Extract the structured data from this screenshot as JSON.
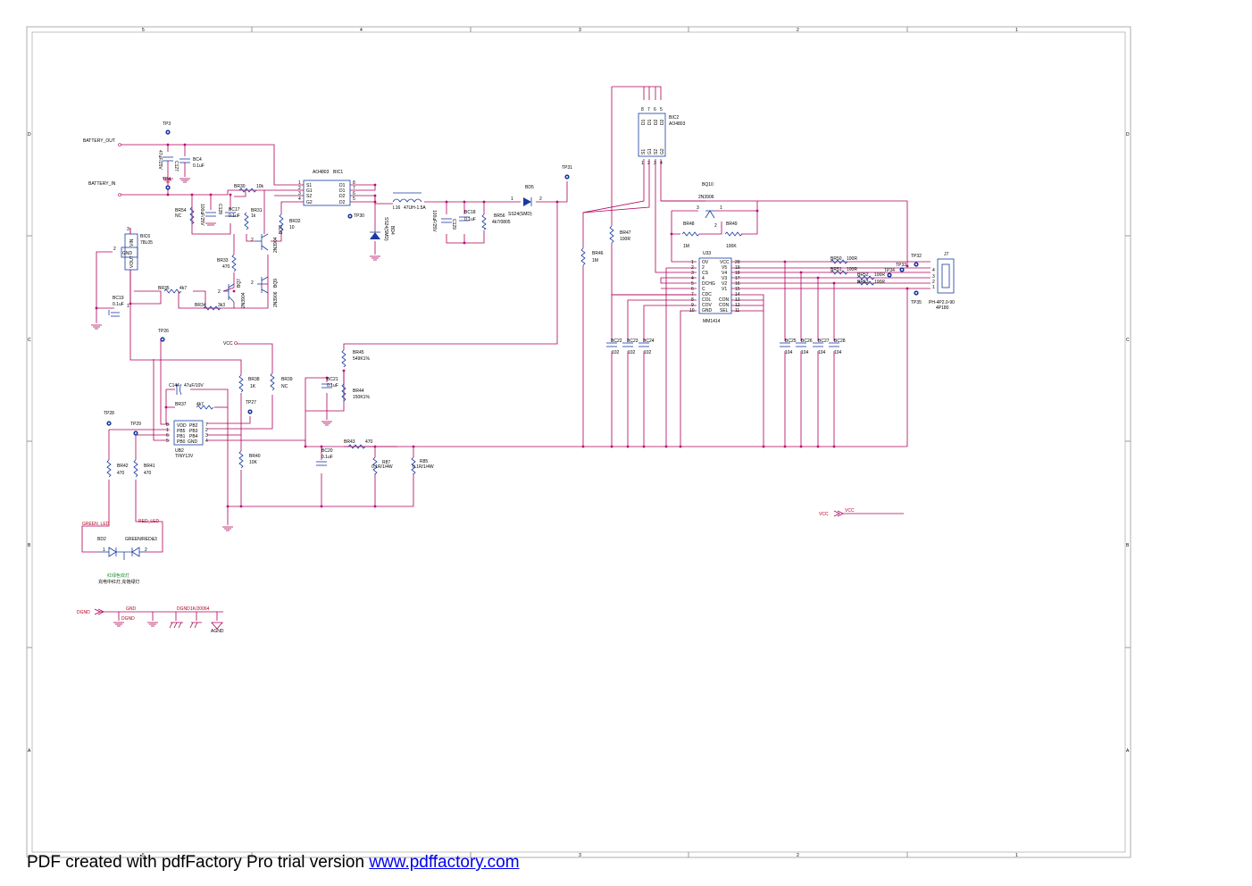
{
  "nets": {
    "battery_out": "BATTERY_OUT",
    "battery_in": "BATTERY_IN",
    "vcc": "VCC",
    "vcc_port": "VCC",
    "vcc_port_out": "VCC",
    "green_led": "GREEN_LED",
    "red_led": "RED_LED",
    "dgnd": "DGND",
    "gnd": "GND",
    "dgnd2": "DGND",
    "dgnd3": "DGND",
    "agnd": "AGND",
    "gnd_ref": "1K/20064"
  },
  "components": {
    "bic1": {
      "ref": "BIC1",
      "value": "AO4803",
      "pins_left": [
        "S1",
        "G1",
        "S2",
        "G2"
      ],
      "pins_right": [
        "D1",
        "D1",
        "D2",
        "D2"
      ]
    },
    "bic2": {
      "ref": "BIC2",
      "value": "AO4803",
      "pins": [
        "D1",
        "D1",
        "D2",
        "D2",
        "S1",
        "G1",
        "S2",
        "G2"
      ]
    },
    "bic6": {
      "ref": "BIC6",
      "value": "78L05",
      "pins": [
        "VIN",
        "GND",
        "VOUT"
      ]
    },
    "u33": {
      "ref": "U33",
      "value": "MM1414",
      "pins_left": [
        "OV",
        "2",
        "CS",
        "4",
        "DCHG",
        "C",
        "CDC",
        "COL",
        "COV",
        "GND"
      ],
      "pins_right": [
        "VCC",
        "V5",
        "V4",
        "V3",
        "V2",
        "V1",
        "CON",
        "CON",
        "SEL",
        "SEL"
      ]
    },
    "ub2": {
      "ref": "UB2",
      "value": "TINY13V",
      "pins_left": [
        "VDD",
        "PB5",
        "PB1",
        "PB0"
      ],
      "pins_right": [
        "PB2",
        "PB3",
        "PB4",
        "GND"
      ]
    },
    "j7": {
      "ref": "J7",
      "value": "PH-4P2.0-90",
      "value2": "4P180"
    },
    "bq10": {
      "ref": "BQ10",
      "value": "2N3906"
    },
    "bq8": {
      "ref": "BQ8",
      "value": "2N3904"
    },
    "bq9": {
      "ref": "BQ9",
      "value": "2N3906"
    },
    "bq7": {
      "ref": "BQ7",
      "value": "2N3904"
    },
    "bd5": {
      "ref": "BD5",
      "value": "SS24(SMD)"
    },
    "bd4": {
      "ref": "BD4",
      "value": "SS24(SMD)"
    },
    "bd2": {
      "ref": "BD2",
      "value": "GREEN/RED&3"
    },
    "l16": {
      "ref": "L16",
      "value": "47UH-1.5A"
    },
    "c144": {
      "ref": "C144",
      "value": "47uF/10V"
    },
    "bc4": {
      "ref": "BC4",
      "value": "0.1uF"
    },
    "bc17": {
      "ref": "BC17",
      "value": "0.1uF"
    },
    "bc18": {
      "ref": "BC18",
      "value": "0.1uF"
    },
    "bc19": {
      "ref": "BC19",
      "value": "0.1uF"
    },
    "bc20": {
      "ref": "BC20",
      "value": "0.1uF"
    },
    "bc21": {
      "ref": "BC21",
      "value": "0.1uF"
    },
    "c129": {
      "ref": "C129",
      "value": "100uF/25V"
    },
    "c128": {
      "ref": "C128",
      "value": "100uF/25V"
    },
    "c127": {
      "ref": "C127",
      "value": "47uF/25V"
    },
    "caps_102": [
      {
        "ref": "BC22",
        "value": "102"
      },
      {
        "ref": "BC23",
        "value": "102"
      },
      {
        "ref": "BC24",
        "value": "102"
      }
    ],
    "caps_104": [
      {
        "ref": "BC25",
        "value": "104"
      },
      {
        "ref": "BC26",
        "value": "104"
      },
      {
        "ref": "BC27",
        "value": "104"
      },
      {
        "ref": "BC28",
        "value": "104"
      }
    ]
  },
  "resistors": [
    {
      "ref": "BR30",
      "value": "10k"
    },
    {
      "ref": "BR54",
      "value": "NC"
    },
    {
      "ref": "BR31",
      "value": "1k"
    },
    {
      "ref": "BR32",
      "value": "10"
    },
    {
      "ref": "BR33",
      "value": "470"
    },
    {
      "ref": "BR35",
      "value": "4k7"
    },
    {
      "ref": "BR34",
      "value": "3k3"
    },
    {
      "ref": "BR56",
      "value": "4k7/0805"
    },
    {
      "ref": "BR47",
      "value": "100R"
    },
    {
      "ref": "BR46",
      "value": "1M"
    },
    {
      "ref": "BR48",
      "value": "1M"
    },
    {
      "ref": "BR49",
      "value": "100K"
    },
    {
      "ref": "BR50",
      "value": "100R"
    },
    {
      "ref": "BR51",
      "value": "100R"
    },
    {
      "ref": "BR52",
      "value": "100R"
    },
    {
      "ref": "BR53",
      "value": "100R"
    },
    {
      "ref": "BR45",
      "value": "549K1%"
    },
    {
      "ref": "BR44",
      "value": "150K1%"
    },
    {
      "ref": "BR38",
      "value": "1K"
    },
    {
      "ref": "BR39",
      "value": "NC"
    },
    {
      "ref": "BR37",
      "value": "4k7"
    },
    {
      "ref": "BR40",
      "value": "10K"
    },
    {
      "ref": "BR43",
      "value": "470"
    },
    {
      "ref": "BR42",
      "value": "470"
    },
    {
      "ref": "BR41",
      "value": "470"
    },
    {
      "ref": "R87",
      "value": "0.1R/1/4W"
    },
    {
      "ref": "R85",
      "value": "0.1R/1/4W"
    }
  ],
  "test_points": [
    "TP3",
    "TP4",
    "TP31",
    "TP30",
    "TP26",
    "TP27",
    "TP28",
    "TP29",
    "TP32",
    "TP33",
    "TP34",
    "TP35"
  ],
  "notes": {
    "cn_line1": "红绿色双灯",
    "cn_line2": "充电中红灯,充饱绿灯"
  },
  "border": {
    "cols": [
      "5",
      "4",
      "3",
      "2",
      "1"
    ],
    "rows": [
      "D",
      "C",
      "B",
      "A"
    ]
  },
  "footer": {
    "prefix": "PDF created with pdfFactory Pro trial version ",
    "link": "www.pdffactory.com"
  }
}
